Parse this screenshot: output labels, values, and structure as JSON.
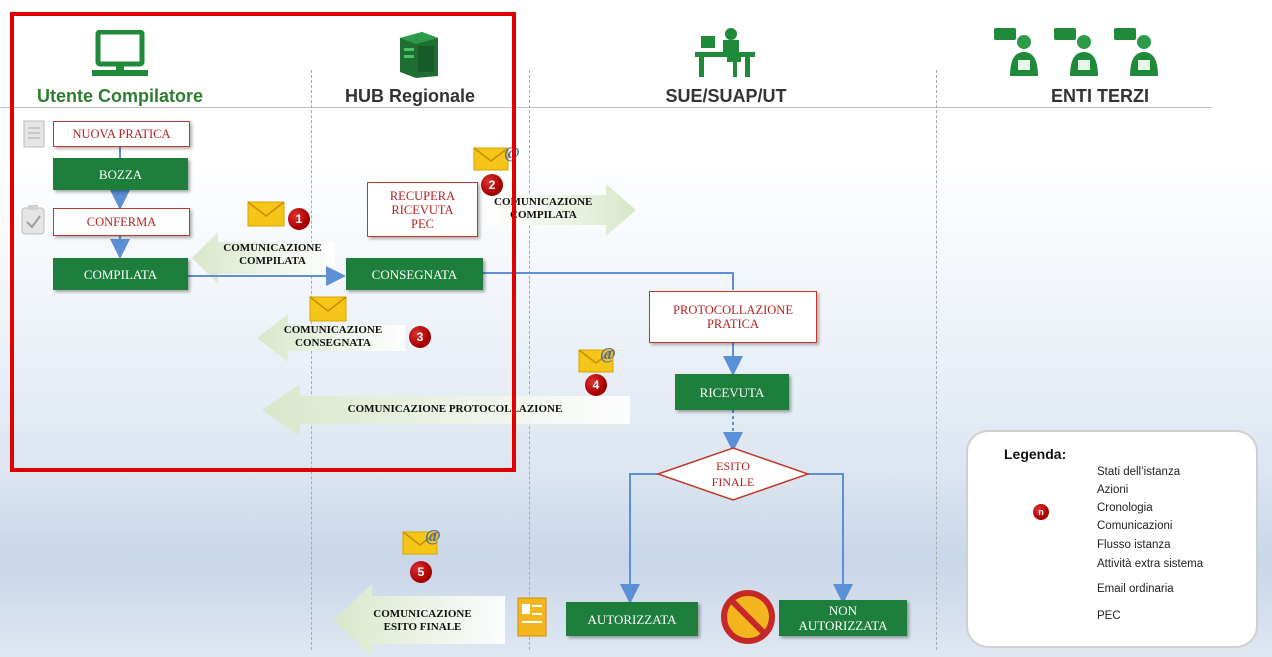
{
  "lanes": {
    "utente": "Utente Compilatore",
    "hub": "HUB Regionale",
    "sue": "SUE/SUAP/UT",
    "enti": "ENTI TERZI"
  },
  "states": {
    "bozza": "BOZZA",
    "compilata": "COMPILATA",
    "consegnata": "CONSEGNATA",
    "ricevuta": "RICEVUTA",
    "autorizzata": "AUTORIZZATA",
    "non_autorizzata_1": "NON",
    "non_autorizzata_2": "AUTORIZZATA"
  },
  "actions": {
    "nuova_pratica": "NUOVA PRATICA",
    "conferma": "CONFERMA",
    "recupera_1": "RECUPERA",
    "recupera_2": "RICEVUTA",
    "recupera_3": "PEC",
    "protocollazione_1": "PROTOCOLLAZIONE",
    "protocollazione_2": "PRATICA"
  },
  "decision": {
    "line1": "ESITO",
    "line2": "FINALE"
  },
  "communications": {
    "c1_line1": "COMUNICAZIONE",
    "c1_line2": "COMPILATA",
    "c2_line1": "COMUNICAZIONE",
    "c2_line2": "COMPILATA",
    "c3_line1": "COMUNICAZIONE",
    "c3_line2": "CONSEGNATA",
    "c4": "COMUNICAZIONE PROTOCOLLAZIONE",
    "c5_line1": "COMUNICAZIONE",
    "c5_line2": "ESITO FINALE"
  },
  "numbers": {
    "n1": "1",
    "n2": "2",
    "n3": "3",
    "n4": "4",
    "n5": "5",
    "legend_n": "n"
  },
  "legend": {
    "title": "Legenda:",
    "stati": "Stati dell’istanza",
    "azioni": "Azioni",
    "cronologia": "Cronologia",
    "comunicazioni": "Comunicazioni",
    "flusso": "Flusso istanza",
    "extra": "Attività extra sistema",
    "email": "Email ordinaria",
    "pec": "PEC"
  },
  "colors": {
    "state_green": "#1e7f3c",
    "action_red": "#c0392b",
    "flow_blue": "#5b8fd6",
    "frame_red": "#e00000",
    "envelope": "#f5c518"
  },
  "icons": {
    "utente": "computer-monitor-icon",
    "hub": "server-icon",
    "sue": "office-desk-icon",
    "enti": "people-at-computers-icon"
  }
}
